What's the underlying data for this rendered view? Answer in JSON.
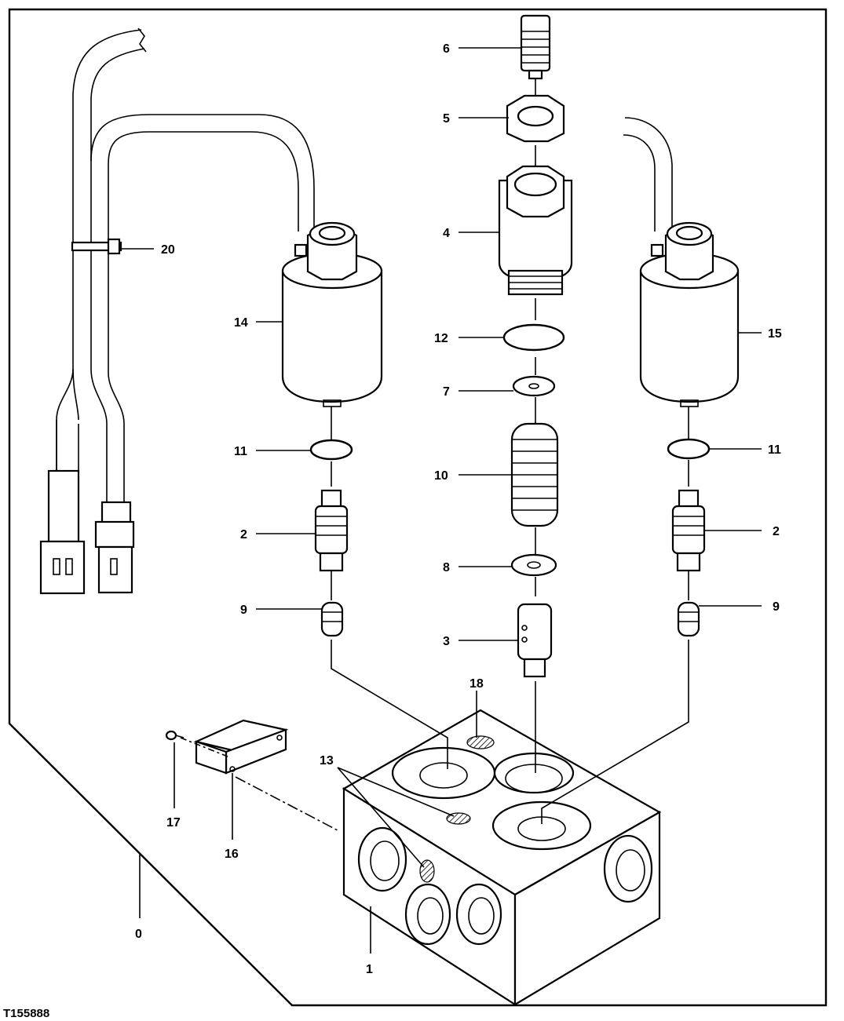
{
  "figure": {
    "id_code": "T155888",
    "callouts": [
      {
        "key": "p6",
        "text": "6"
      },
      {
        "key": "p5",
        "text": "5"
      },
      {
        "key": "p4",
        "text": "4"
      },
      {
        "key": "p12",
        "text": "12"
      },
      {
        "key": "p7",
        "text": "7"
      },
      {
        "key": "p10",
        "text": "10"
      },
      {
        "key": "p8",
        "text": "8"
      },
      {
        "key": "p3",
        "text": "3"
      },
      {
        "key": "p18",
        "text": "18"
      },
      {
        "key": "p13",
        "text": "13"
      },
      {
        "key": "p14",
        "text": "14"
      },
      {
        "key": "p11a",
        "text": "11"
      },
      {
        "key": "p2a",
        "text": "2"
      },
      {
        "key": "p9a",
        "text": "9"
      },
      {
        "key": "p15",
        "text": "15"
      },
      {
        "key": "p11b",
        "text": "11"
      },
      {
        "key": "p2b",
        "text": "2"
      },
      {
        "key": "p9b",
        "text": "9"
      },
      {
        "key": "p20",
        "text": "20"
      },
      {
        "key": "p17",
        "text": "17"
      },
      {
        "key": "p16",
        "text": "16"
      },
      {
        "key": "p0",
        "text": "0"
      },
      {
        "key": "p1",
        "text": "1"
      }
    ]
  }
}
